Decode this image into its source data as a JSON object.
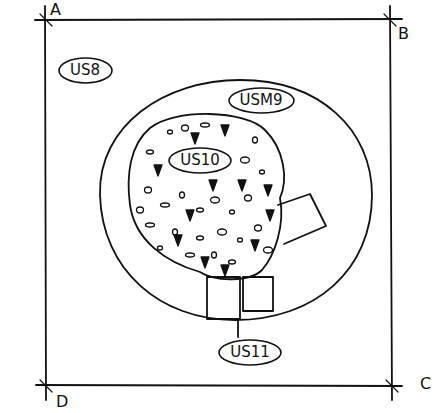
{
  "diagram": {
    "nodes": [
      {
        "text": [
          "US8"
        ]
      },
      {
        "text": [
          "USM9"
        ]
      },
      {
        "text": [
          "US10"
        ]
      },
      {
        "text": [
          "US11"
        ]
      }
    ],
    "labels": [
      "A",
      "B",
      "C",
      "D"
    ]
  }
}
